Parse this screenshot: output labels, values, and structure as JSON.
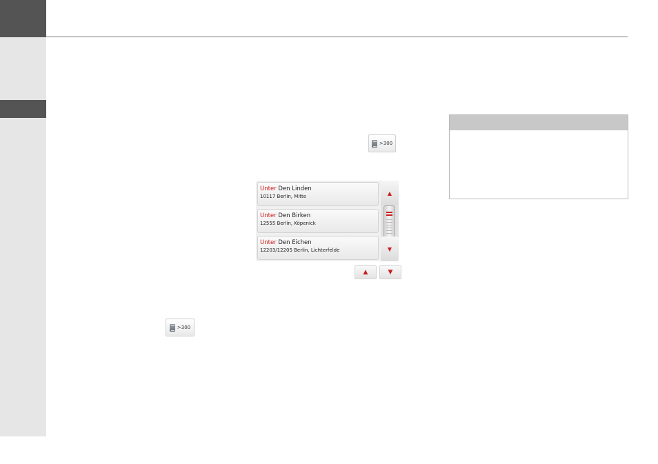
{
  "count_button": {
    "label": ">300",
    "icon": "document-icon"
  },
  "results": [
    {
      "highlight": "Unter",
      "rest": " Den Linden",
      "address": "10117 Berlin, Mitte"
    },
    {
      "highlight": "Unter",
      "rest": " Den Birken",
      "address": "12555 Berlin, Köpenick"
    },
    {
      "highlight": "Unter",
      "rest": " Den Eichen",
      "address": "12203/12205 Berlin, Lichterfelde"
    }
  ],
  "scroll": {
    "up": "▲",
    "down": "▼"
  },
  "colors": {
    "dark_tab": "#545454",
    "sidebar": "#e6e6e6",
    "accent_red": "#d01a1a",
    "note_header": "#c8c8c8"
  }
}
